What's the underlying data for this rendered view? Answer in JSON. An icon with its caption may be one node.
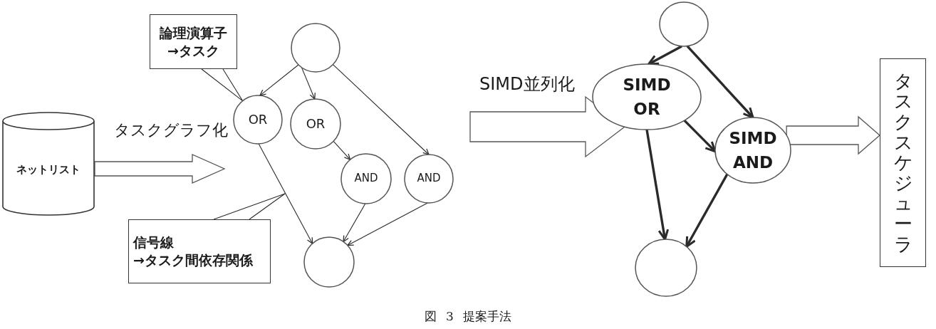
{
  "diagram": {
    "caption": "図 3 提案手法",
    "nodes": [
      {
        "text": [
          "ネットリスト"
        ]
      },
      {
        "text": [
          "論理演算子",
          "→タスク"
        ]
      },
      {
        "text": [],
        "shape": "circle"
      },
      {
        "text": [
          "OR"
        ]
      },
      {
        "text": [
          "OR"
        ]
      },
      {
        "text": [
          "AND"
        ]
      },
      {
        "text": [
          "AND"
        ]
      },
      {
        "text": [],
        "shape": "circle"
      },
      {
        "text": [
          "信号線",
          "→タスク間依存関係"
        ]
      },
      {
        "text": [],
        "shape": "circle"
      },
      {
        "text": [
          "SIMD OR"
        ]
      },
      {
        "text": [
          "SIMD AND"
        ]
      },
      {
        "text": [],
        "shape": "circle"
      },
      {
        "text": [
          "タスクスケジューラ"
        ]
      }
    ],
    "edges": [
      {
        "from": 0,
        "to": null,
        "arrow": "to",
        "label": "タスクグラフ化"
      },
      {
        "from": 1,
        "to": 3,
        "arrow": "none"
      },
      {
        "from": 2,
        "to": 3,
        "arrow": "to"
      },
      {
        "from": 2,
        "to": 4,
        "arrow": "to"
      },
      {
        "from": 2,
        "to": 6,
        "arrow": "to"
      },
      {
        "from": 4,
        "to": 5,
        "arrow": "to"
      },
      {
        "from": 3,
        "to": 7,
        "arrow": "to"
      },
      {
        "from": 5,
        "to": 7,
        "arrow": "to"
      },
      {
        "from": 6,
        "to": 7,
        "arrow": "to"
      },
      {
        "from": 8,
        "to": null,
        "arrow": "none"
      },
      {
        "from": null,
        "to": 10,
        "arrow": "to",
        "label": "SIMD並列化"
      },
      {
        "from": 9,
        "to": 10,
        "arrow": "to",
        "style": "thick"
      },
      {
        "from": 9,
        "to": 11,
        "arrow": "to",
        "style": "thick"
      },
      {
        "from": 10,
        "to": 11,
        "arrow": "to",
        "style": "thick"
      },
      {
        "from": 10,
        "to": 12,
        "arrow": "to",
        "style": "thick"
      },
      {
        "from": 11,
        "to": 12,
        "arrow": "to",
        "style": "thick"
      },
      {
        "from": 11,
        "to": 13,
        "arrow": "to"
      }
    ]
  }
}
